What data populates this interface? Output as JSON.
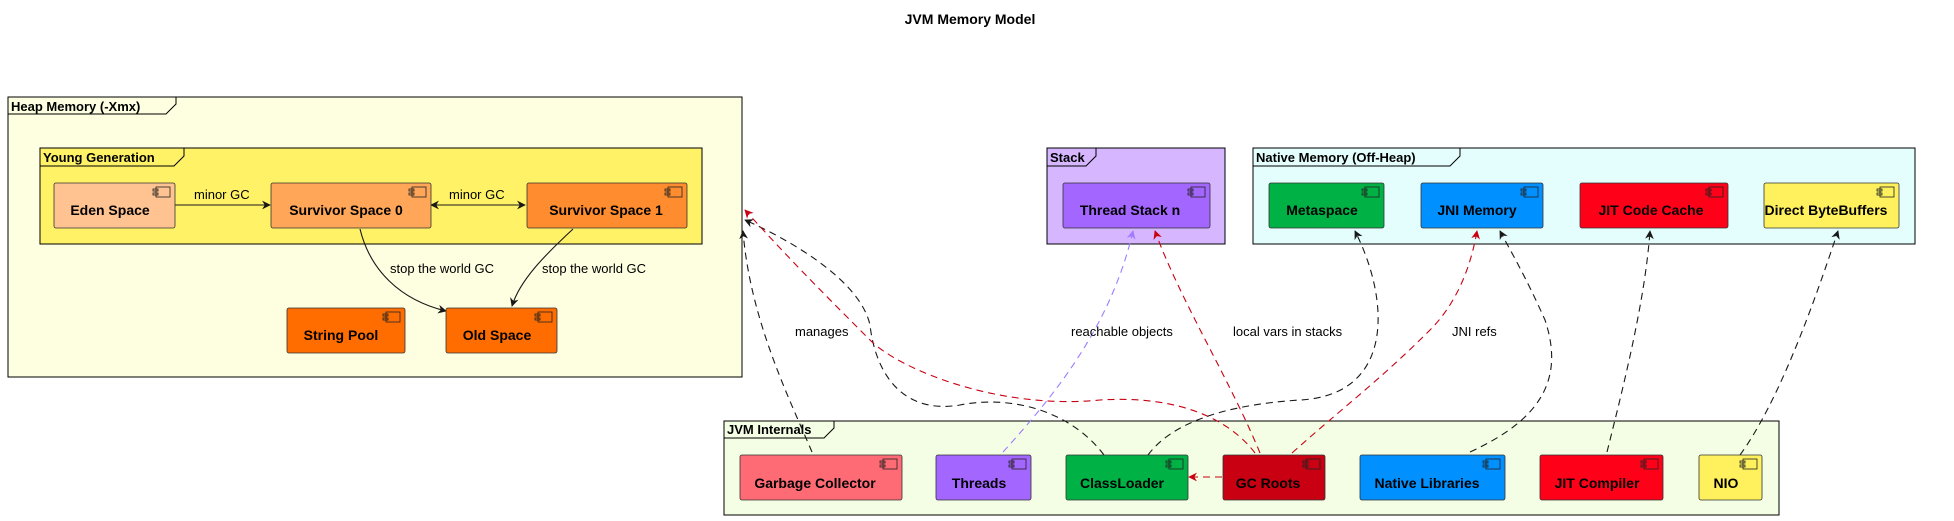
{
  "title": "JVM Memory Model",
  "colors": {
    "heap_bg": "#fefee0",
    "young_bg": "#fff266",
    "stack_bg": "#d5b6ff",
    "native_bg": "#e4fefd",
    "internals_bg": "#f3fee4",
    "eden": "#ffc392",
    "survivor0": "#ffa658",
    "survivor1": "#ff8c2e",
    "old_space": "#ff6d00",
    "string_pool": "#ff6d00",
    "thread_stack": "#a366ff",
    "metaspace": "#00b245",
    "jni_memory": "#0090ff",
    "jit_code_cache": "#ff0019",
    "direct_bytebuffers": "#fff15e",
    "garbage_collector": "#ff6b75",
    "threads": "#a366ff",
    "classloader": "#00b245",
    "gc_roots": "#c80012",
    "native_libraries": "#0090ff",
    "jit_compiler": "#ff0019",
    "nio": "#fff15e",
    "edge_black": "#181818",
    "edge_red": "#c80012",
    "edge_purple": "#9e7cff"
  },
  "packages": {
    "heap": "Heap Memory (-Xmx)",
    "young": "Young Generation",
    "stack": "Stack",
    "native": "Native Memory (Off-Heap)",
    "internals": "JVM Internals"
  },
  "components": {
    "eden": "Eden Space",
    "survivor0": "Survivor Space 0",
    "survivor1": "Survivor Space 1",
    "string_pool": "String Pool",
    "old_space": "Old Space",
    "thread_stack": "Thread Stack n",
    "metaspace": "Metaspace",
    "jni_memory": "JNI Memory",
    "jit_code_cache": "JIT Code Cache",
    "direct_bytebuffers": "Direct ByteBuffers",
    "garbage_collector": "Garbage Collector",
    "threads": "Threads",
    "classloader": "ClassLoader",
    "gc_roots": "GC Roots",
    "native_libraries": "Native Libraries",
    "jit_compiler": "JIT Compiler",
    "nio": "NIO"
  },
  "edge_labels": {
    "eden_s0": "minor GC",
    "s0_s1": "minor GC",
    "s0_old": "stop the world GC",
    "s1_old": "stop the world GC",
    "gc_heap": "manages",
    "threads_stack": "reachable objects",
    "roots_stack": "local vars in stacks",
    "roots_jni": "JNI refs"
  }
}
